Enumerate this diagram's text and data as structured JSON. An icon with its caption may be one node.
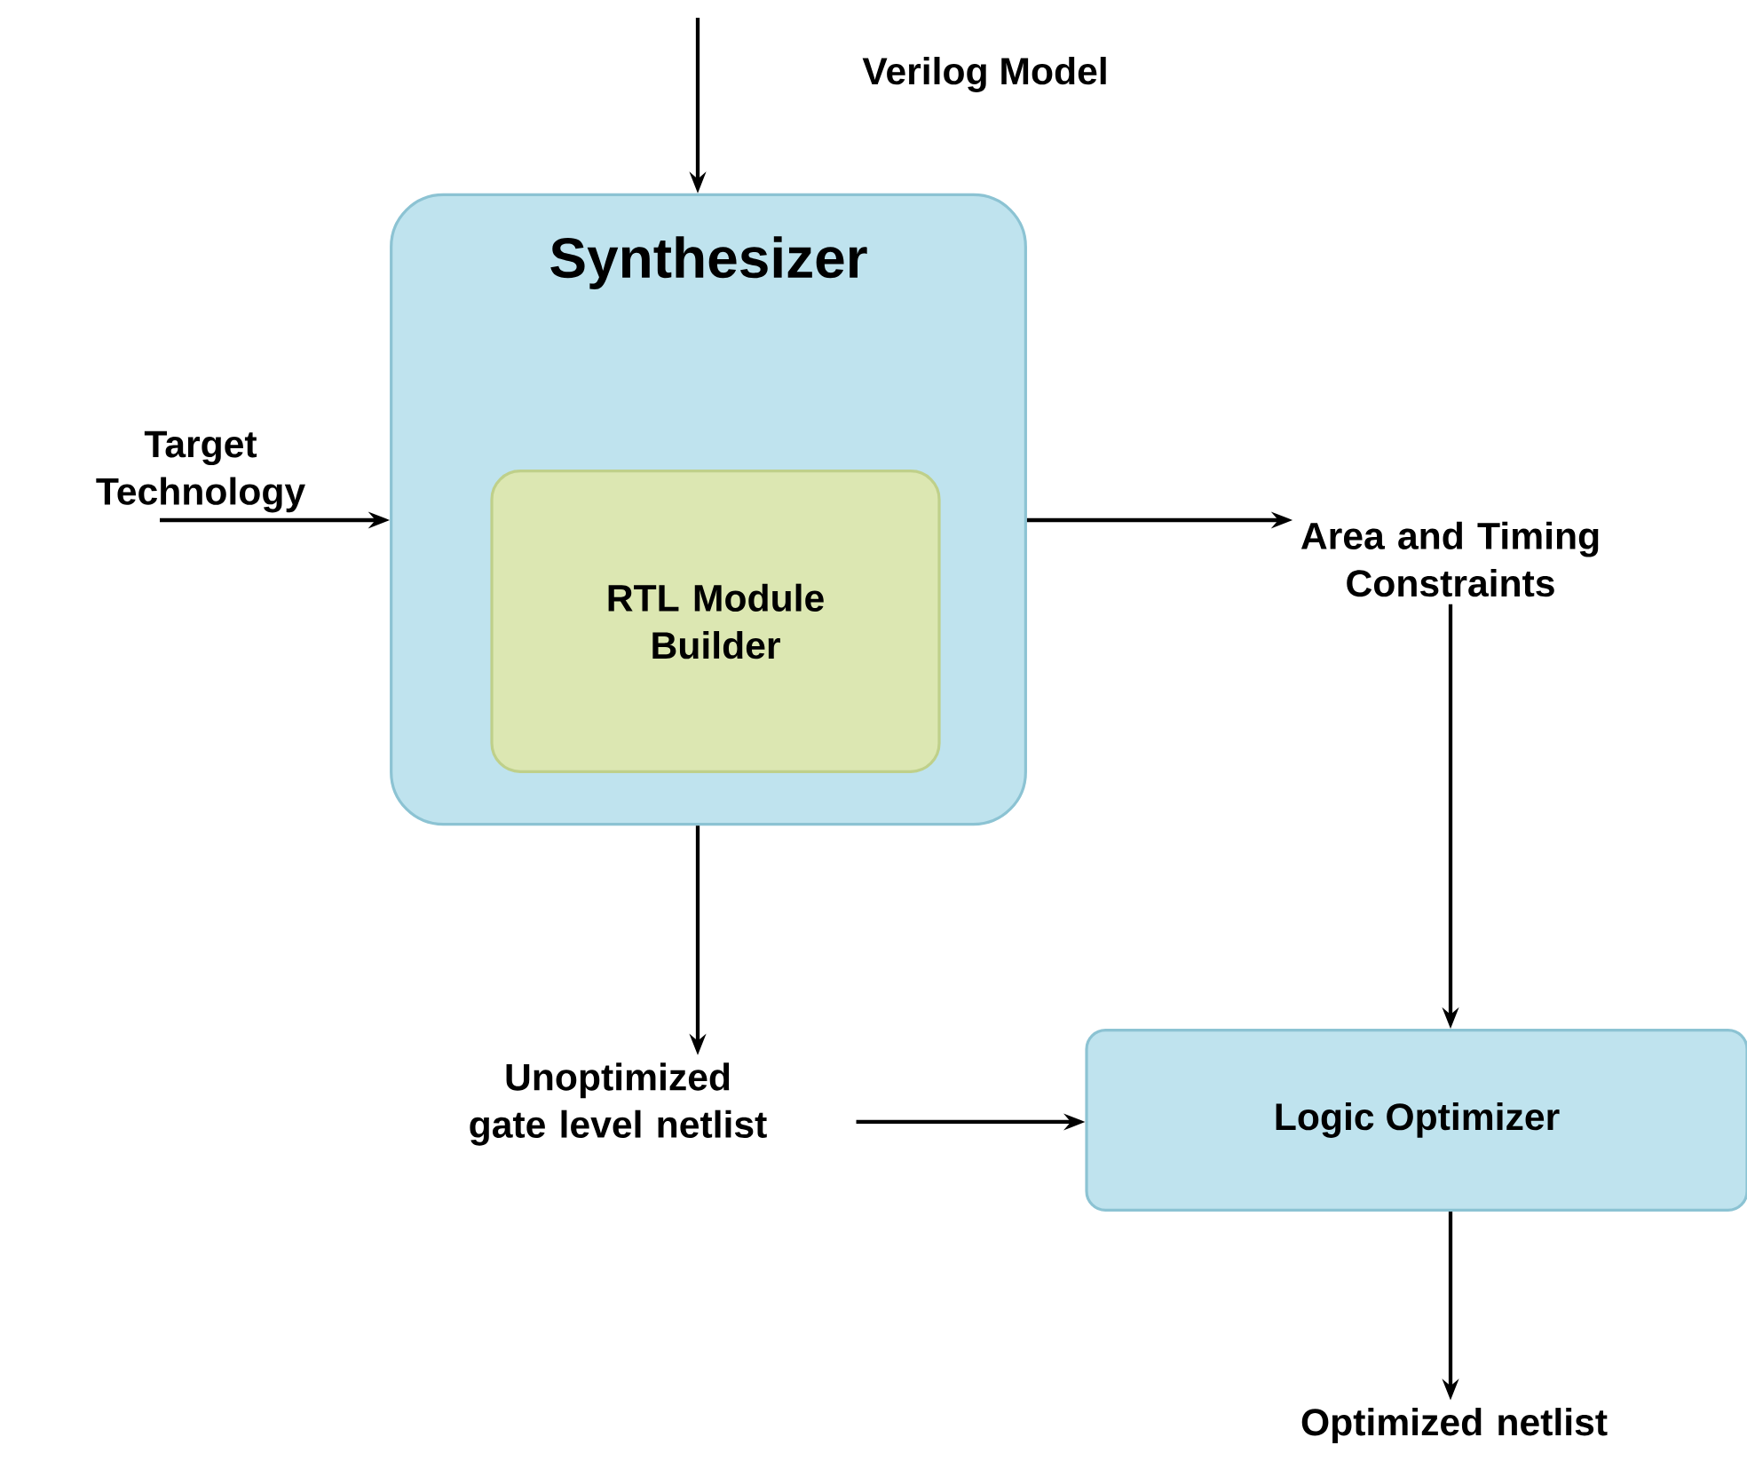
{
  "diagram": {
    "nodes": [
      {
        "text": [
          "Synthesizer"
        ]
      },
      {
        "text": [
          "RTL Module Builder"
        ],
        "in": 0
      },
      {
        "text": [
          "Target Technology"
        ]
      },
      {
        "text": [
          "Area and Timing Constraints"
        ]
      },
      {
        "text": [
          "Unoptimized gate level netlist"
        ]
      },
      {
        "text": [
          "Logic Optimizer"
        ]
      },
      {
        "text": [
          "Optimized netlist"
        ]
      }
    ],
    "edges": [
      {
        "from": null,
        "to": 0,
        "arrow": "to",
        "label": "Verilog Model"
      },
      {
        "from": 2,
        "to": 0,
        "arrow": "to"
      },
      {
        "from": 0,
        "to": 3,
        "arrow": "to"
      },
      {
        "from": 3,
        "to": 5,
        "arrow": "to"
      },
      {
        "from": 0,
        "to": 4,
        "arrow": "to"
      },
      {
        "from": 4,
        "to": 5,
        "arrow": "to"
      },
      {
        "from": 5,
        "to": 6,
        "arrow": "to"
      }
    ]
  }
}
